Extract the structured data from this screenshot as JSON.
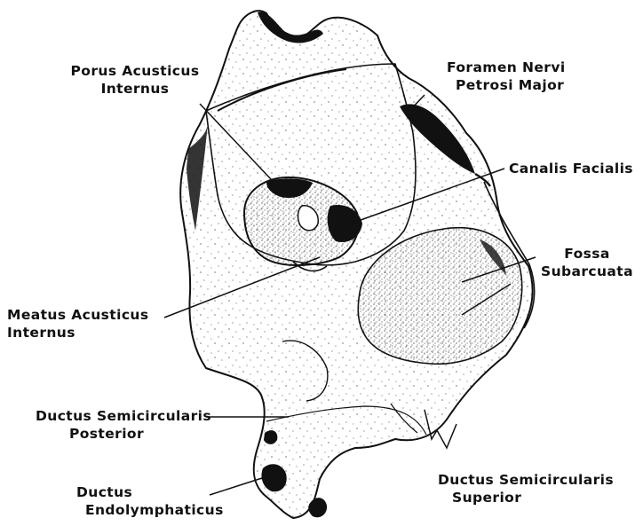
{
  "labels": {
    "porus": [
      "Porus Acusticus",
      "Internus"
    ],
    "foramen": [
      "Foramen Nervi",
      "Petrosi Major"
    ],
    "canalis": [
      "Canalis Facialis"
    ],
    "fossa": [
      "Fossa",
      "Subarcuata"
    ],
    "meatus": [
      "Meatus Acusticus",
      "Internus"
    ],
    "ductus_post": [
      "Ductus Semicircularis",
      "Posterior"
    ],
    "ductus_endo": [
      "Ductus",
      "Endolymphaticus"
    ],
    "ductus_sup": [
      "Ductus Semicircularis",
      "Superior"
    ]
  }
}
